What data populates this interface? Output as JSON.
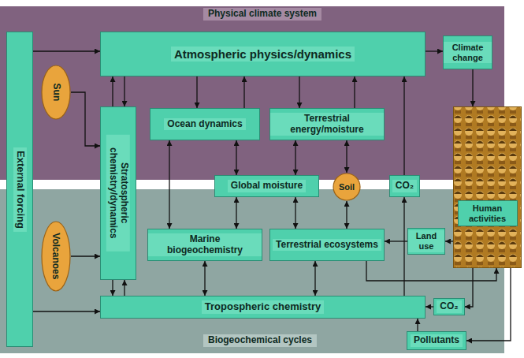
{
  "diagram": {
    "nodes": [
      {
        "text": [
          "External forcing"
        ]
      },
      {
        "text": [
          "Sun"
        ]
      },
      {
        "text": [
          "Volcanoes"
        ]
      },
      {
        "text": [
          "Atmospheric physics/dynamics"
        ]
      },
      {
        "text": [
          "Climate change"
        ]
      },
      {
        "text": [
          "Stratospheric chemistry/dynamics"
        ]
      },
      {
        "text": [
          "Ocean dynamics"
        ]
      },
      {
        "text": [
          "Terrestrial energy/moisture"
        ]
      },
      {
        "text": [
          "Global moisture"
        ]
      },
      {
        "text": [
          "Soil"
        ]
      },
      {
        "text": [
          "CO₂"
        ]
      },
      {
        "text": [
          "Human activities"
        ]
      },
      {
        "text": [
          "Marine biogeochemistry"
        ]
      },
      {
        "text": [
          "Terrestrial ecosystems"
        ]
      },
      {
        "text": [
          "Land use"
        ]
      },
      {
        "text": [
          "Tropospheric chemistry"
        ]
      },
      {
        "text": [
          "CO₂"
        ]
      },
      {
        "text": [
          "Pollutants"
        ]
      }
    ],
    "edges": [
      {
        "from": 0,
        "to": 3,
        "arrow": "to"
      },
      {
        "from": 1,
        "to": 5,
        "arrow": "to"
      },
      {
        "from": 2,
        "to": 5,
        "arrow": "to"
      },
      {
        "from": 0,
        "to": 15,
        "arrow": "to"
      },
      {
        "from": 5,
        "to": 3,
        "arrow": "to"
      },
      {
        "from": 3,
        "to": 5,
        "arrow": "to"
      },
      {
        "from": 3,
        "to": 6,
        "arrow": "to"
      },
      {
        "from": 6,
        "to": 3,
        "arrow": "to"
      },
      {
        "from": 3,
        "to": 7,
        "arrow": "to"
      },
      {
        "from": 7,
        "to": 3,
        "arrow": "to"
      },
      {
        "from": 10,
        "to": 3,
        "arrow": "to"
      },
      {
        "from": 15,
        "to": 10,
        "arrow": "to"
      },
      {
        "from": 6,
        "to": 8,
        "arrow": "both"
      },
      {
        "from": 7,
        "to": 8,
        "arrow": "both"
      },
      {
        "from": 8,
        "to": 12,
        "arrow": "both"
      },
      {
        "from": 8,
        "to": 13,
        "arrow": "both"
      },
      {
        "from": 6,
        "to": 12,
        "arrow": "both"
      },
      {
        "from": 7,
        "to": 9,
        "arrow": "both"
      },
      {
        "from": 9,
        "to": 13,
        "arrow": "both"
      },
      {
        "from": 5,
        "to": 15,
        "arrow": "to"
      },
      {
        "from": 15,
        "to": 5,
        "arrow": "to"
      },
      {
        "from": 12,
        "to": 15,
        "arrow": "both"
      },
      {
        "from": 13,
        "to": 15,
        "arrow": "both"
      },
      {
        "from": 3,
        "to": 4,
        "arrow": "to"
      },
      {
        "from": 4,
        "to": 11,
        "arrow": "to"
      },
      {
        "from": 11,
        "to": 14,
        "arrow": "to"
      },
      {
        "from": 14,
        "to": 13,
        "arrow": "to"
      },
      {
        "from": 13,
        "to": 11,
        "arrow": "to"
      },
      {
        "from": 11,
        "to": 16,
        "arrow": "to"
      },
      {
        "from": 11,
        "to": 17,
        "arrow": "to"
      },
      {
        "from": 16,
        "to": 15,
        "arrow": "to"
      },
      {
        "from": 17,
        "to": 15,
        "arrow": "to"
      }
    ],
    "labels": [
      "Physical climate system",
      "Biogeochemical cycles"
    ]
  }
}
